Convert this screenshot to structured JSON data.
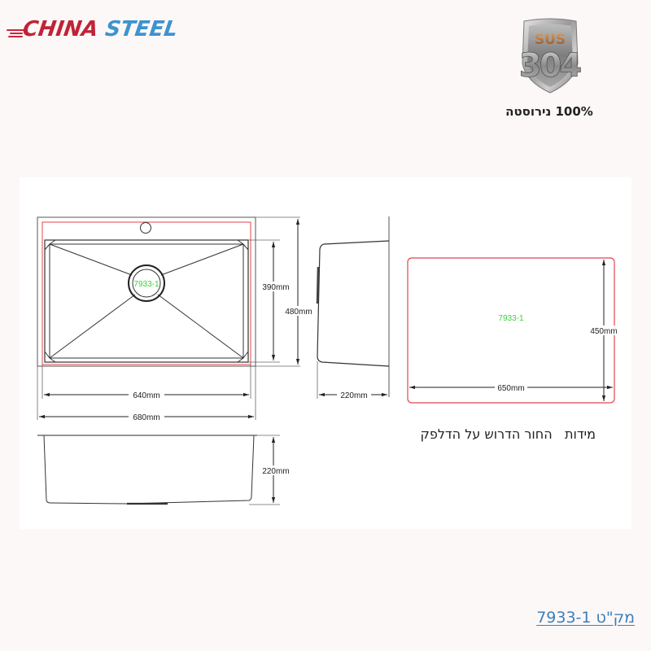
{
  "brand": {
    "name_part1": "CHINA",
    "name_part2": "STEEL",
    "colors": {
      "red": "#c12336",
      "blue": "#3d93cf"
    }
  },
  "badge": {
    "grade_top": "SUS",
    "grade_number": "304",
    "caption": "100% נירוסטה"
  },
  "drawing": {
    "product_code": "7933-1",
    "top_view": {
      "inner_width": "640mm",
      "outer_width": "680mm",
      "inner_depth": "390mm",
      "outer_depth": "480mm"
    },
    "side_view": {
      "depth": "220mm"
    },
    "front_view": {
      "depth": "220mm"
    },
    "cutout": {
      "code": "7933-1",
      "width": "650mm",
      "height": "450mm",
      "caption": "מידות   החור הדרוש על הדלפק"
    },
    "colors": {
      "line": "#333333",
      "cutout_line": "#e0454f",
      "code_text": "#3ad13a"
    }
  },
  "footer": {
    "sku_label": "מק\"ט 7933-1"
  }
}
